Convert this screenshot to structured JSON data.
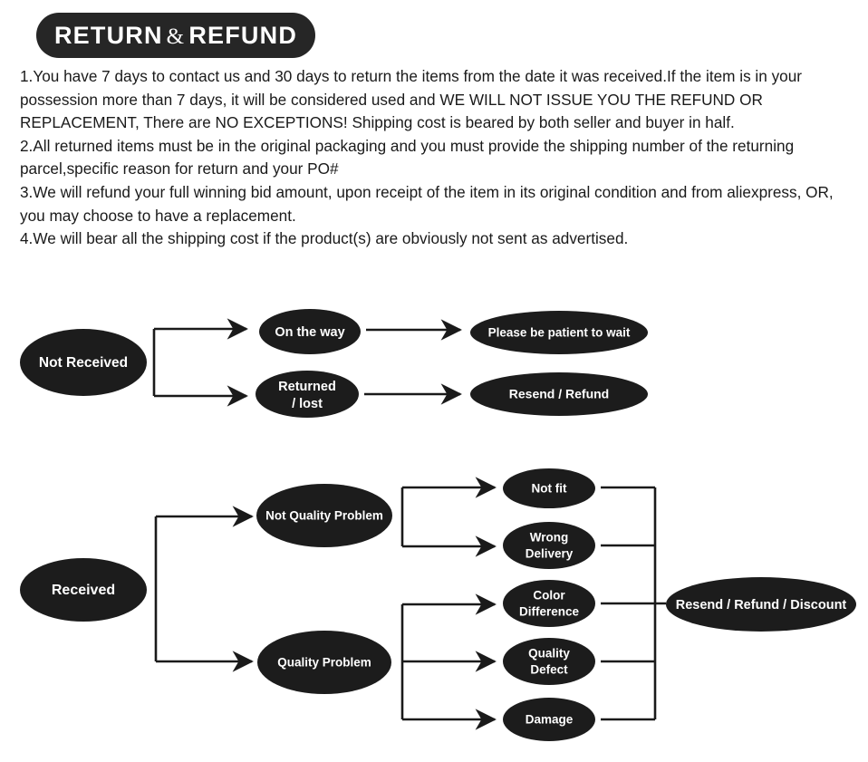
{
  "header": {
    "badge": {
      "text_left": "RETURN",
      "ampersand": "&",
      "text_right": "REFUND",
      "full_text": "RETURN & REFUND",
      "background_color": "#262626",
      "text_color": "#ffffff"
    }
  },
  "policy": {
    "items": [
      "1.You have 7 days to contact us and 30 days to return the items from the date it was received.If the item is in your possession more than 7 days, it will be considered used and WE WILL NOT ISSUE YOU THE REFUND OR REPLACEMENT, There are NO EXCEPTIONS! Shipping cost is beared by both seller and buyer in half.",
      "2.All returned items must be in the original packaging and you must provide the shipping number of the returning parcel,specific reason for return and your PO#",
      "3.We will refund your full winning bid amount, upon receipt of the item in its original condition and from aliexpress, OR, you may choose to have a replacement.",
      "4.We will bear all the shipping cost if the product(s) are obviously not sent as advertised."
    ]
  },
  "diagrams": {
    "not_received_flow": {
      "root": "Not Received",
      "nodes": {
        "on_the_way": "On the way",
        "returned_lost_line1": "Returned",
        "returned_lost_line2": "/  lost",
        "please_wait": "Please be patient to wait",
        "resend_refund": "Resend / Refund"
      }
    },
    "received_flow": {
      "root": "Received",
      "nodes": {
        "not_quality_problem": "Not Quality Problem",
        "quality_problem": "Quality Problem",
        "not_fit": "Not fit",
        "wrong_delivery_line1": "Wrong",
        "wrong_delivery_line2": "Delivery",
        "color_difference_line1": "Color",
        "color_difference_line2": "Difference",
        "quality_defect_line1": "Quality",
        "quality_defect_line2": "Defect",
        "damage": "Damage",
        "outcome": "Resend / Refund / Discount"
      }
    }
  },
  "colors": {
    "node_fill": "#1c1c1c",
    "node_text": "#ffffff",
    "connector": "#1a1a1a",
    "page_background": "#ffffff",
    "body_text": "#1a1a1a"
  }
}
